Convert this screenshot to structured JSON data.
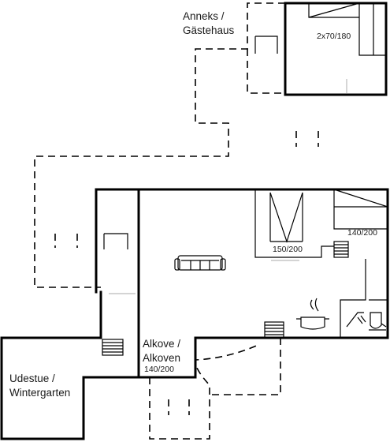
{
  "labels": {
    "annex_line1": "Anneks /",
    "annex_line2": "Gästehaus",
    "annex_bed": "2x70/180",
    "alcove_line1": "Alkove /",
    "alcove_line2": "Alkoven",
    "alcove_bed": "140/200",
    "bed_150": "150/200",
    "bed_140": "140/200",
    "conservatory_line1": "Udestue /",
    "conservatory_line2": "Wintergarten"
  },
  "icons": [
    "sofa-icon",
    "cooking-pot-icon",
    "shower-icon",
    "toilet-icon",
    "stairs-icon"
  ]
}
